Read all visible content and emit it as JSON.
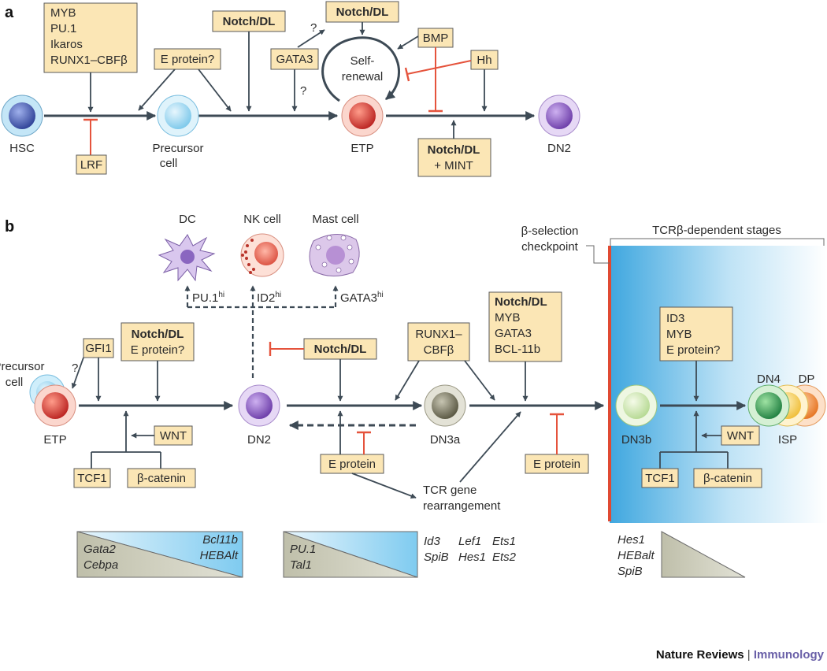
{
  "panel_a": {
    "panel_label": "a",
    "cells": {
      "hsc": "HSC",
      "precursor": [
        "Precursor",
        "cell"
      ],
      "etp": "ETP",
      "dn2": "DN2"
    },
    "self_renewal": [
      "Self-",
      "renewal"
    ],
    "factors": {
      "upstream": [
        "MYB",
        "PU.1",
        "Ikaros",
        "RUNX1–CBFβ"
      ],
      "e_protein": "E protein?",
      "notch_left": "Notch/DL",
      "notch_top": "Notch/DL",
      "gata3": "GATA3",
      "bmp": "BMP",
      "hh": "Hh",
      "lrf": "LRF",
      "notch_mint": "Notch/DL",
      "mint": "+ MINT"
    },
    "question": "?"
  },
  "panel_b": {
    "panel_label": "b",
    "beta_selection": [
      "β-selection",
      "checkpoint"
    ],
    "tcrb_stages": "TCRβ-dependent stages",
    "alt_fates": {
      "dc": "DC",
      "nk": "NK cell",
      "mast": "Mast cell",
      "pu1": "PU.1",
      "id2": "ID2",
      "gata3": "GATA3",
      "hi": "hi"
    },
    "cells": {
      "precursor": [
        "Precursor",
        "cell"
      ],
      "etp": "ETP",
      "dn2": "DN2",
      "dn3a": "DN3a",
      "dn3b": "DN3b",
      "dn4": "DN4",
      "dp": "DP",
      "isp": "ISP"
    },
    "factors": {
      "gfi1": "GFI1",
      "notch1": "Notch/DL",
      "e_protein_q1": "E protein?",
      "wnt1": "WNT",
      "tcf1_1": "TCF1",
      "bcat1": "β-catenin",
      "notch2": "Notch/DL",
      "runx1": [
        "RUNX1–",
        "CBFβ"
      ],
      "e_protein_mid": "E protein",
      "notch3": "Notch/DL",
      "myb": "MYB",
      "gata3_3": "GATA3",
      "bcl11b": "BCL-11b",
      "e_protein_right": "E protein",
      "id3": "ID3",
      "myb2": "MYB",
      "e_protein_q2": "E protein?",
      "wnt2": "WNT",
      "tcf1_2": "TCF1",
      "bcat2": "β-catenin"
    },
    "tcr_gene": [
      "TCR gene",
      "rearrangement"
    ],
    "question": "?",
    "genes": {
      "g1_left": [
        "Gata2",
        "Cebpa"
      ],
      "g1_right": [
        "Bcl11b",
        "HEBAlt"
      ],
      "g2_left": [
        "PU.1",
        "Tal1"
      ],
      "g2_cols": [
        [
          "Id3",
          "SpiB"
        ],
        [
          "Lef1",
          "Hes1"
        ],
        [
          "Ets1",
          "Ets2"
        ]
      ],
      "g3_list": [
        "Hes1",
        "HEBalt",
        "SpiB"
      ]
    }
  },
  "footer": {
    "journal": "Nature Reviews",
    "separator": "|",
    "section": "Immunology"
  },
  "colors": {
    "factor_box": "#fbe6b5",
    "activation_arrow": "#3d4a55",
    "inhibition": "#e5533c",
    "tcrb_gradient": "#3fa7df",
    "hsc_cell": "#3f55b0",
    "etp_cell": "#d9302f",
    "dn2_cell": "#8a58c2",
    "dn3a_cell": "#6c6a55",
    "dn3b_cell": "#b7d89a",
    "dn4_cell": "#2f9e52",
    "dp_cell": "#f08b3a",
    "isp_cell": "#f3c64a",
    "journal_accent": "#6a60a8"
  }
}
